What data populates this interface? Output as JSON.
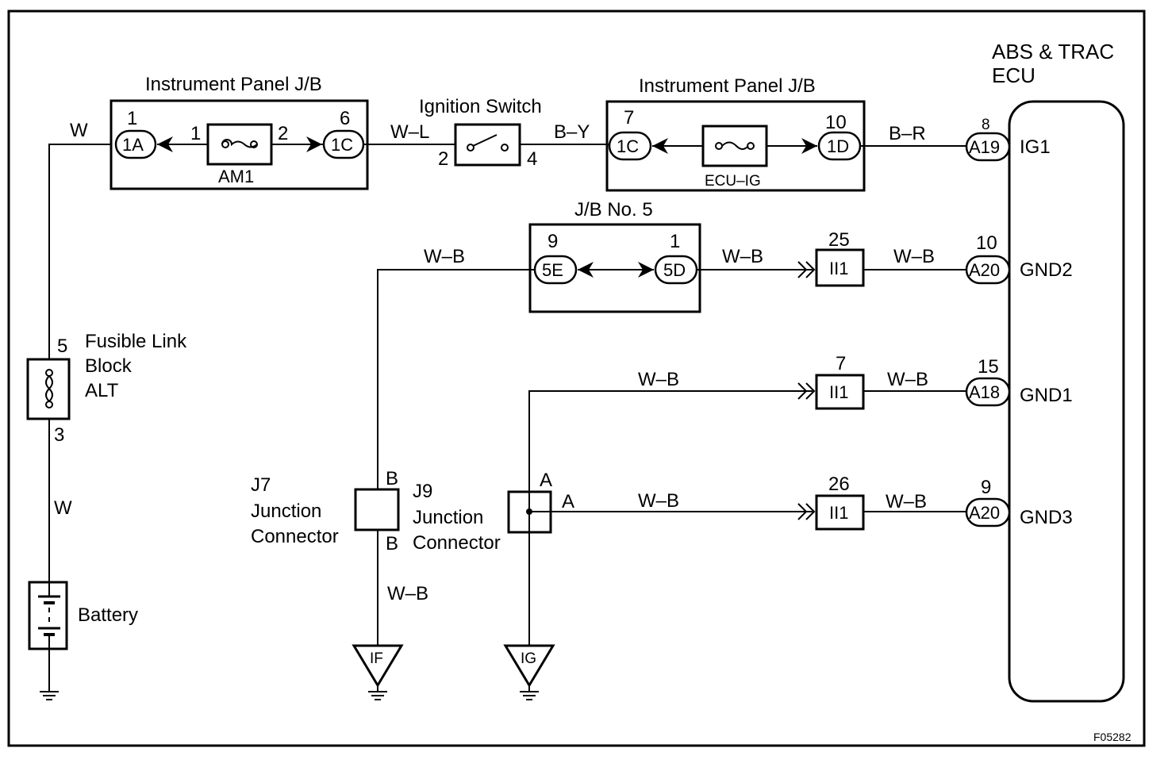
{
  "ecu": {
    "title_line1": "ABS & TRAC",
    "title_line2": "ECU",
    "terminals": [
      "IG1",
      "GND2",
      "GND1",
      "GND3"
    ]
  },
  "jb_left": {
    "title": "Instrument Panel J/B",
    "fuse": "AM1",
    "conn_in": "1A",
    "conn_out": "1C",
    "pin_in_top": "1",
    "pin_in_mid": "1",
    "pin_out_mid": "2",
    "pin_out_top": "6"
  },
  "ignition": {
    "title": "Ignition Switch",
    "pin_left": "2",
    "pin_right": "4"
  },
  "jb_right": {
    "title": "Instrument Panel J/B",
    "fuse": "ECU–IG",
    "conn_in": "1C",
    "conn_out": "1D",
    "pin_in": "7",
    "pin_out": "10"
  },
  "jb5": {
    "title": "J/B No. 5",
    "conn_left": "5E",
    "conn_right": "5D",
    "pin_left": "9",
    "pin_right": "1"
  },
  "fusible": {
    "line1": "Fusible Link",
    "line2": "Block",
    "line3": "ALT",
    "pin_top": "5",
    "pin_bottom": "3"
  },
  "battery": {
    "label": "Battery"
  },
  "j7": {
    "line1": "J7",
    "line2": "Junction",
    "line3": "Connector",
    "pin_top": "B",
    "pin_bottom": "B"
  },
  "j9": {
    "line1": "J9",
    "line2": "Junction",
    "line3": "Connector",
    "pin_top": "A",
    "pin_right": "A"
  },
  "wires": {
    "w_top": "W",
    "w_left": "W",
    "wl": "W–L",
    "by": "B–Y",
    "br": "B–R",
    "wb_jb5_in": "W–B",
    "wb_jb5_out": "W–B",
    "wb_gnd2": "W–B",
    "wb_gnd1_a": "W–B",
    "wb_gnd1_b": "W–B",
    "wb_gnd3_a": "W–B",
    "wb_gnd3_b": "W–B",
    "wb_j7": "W–B"
  },
  "inline": {
    "c1_label": "II1",
    "c1_pin": "25",
    "c2_label": "II1",
    "c2_pin": "7",
    "c3_label": "II1",
    "c3_pin": "26"
  },
  "ecu_conn": {
    "ig1_code": "A19",
    "ig1_pin": "8",
    "gnd2_code": "A20",
    "gnd2_pin": "10",
    "gnd1_code": "A18",
    "gnd1_pin": "15",
    "gnd3_code": "A20",
    "gnd3_pin": "9"
  },
  "grounds": {
    "left": "IF",
    "right": "IG"
  },
  "figure_code": "F05282"
}
